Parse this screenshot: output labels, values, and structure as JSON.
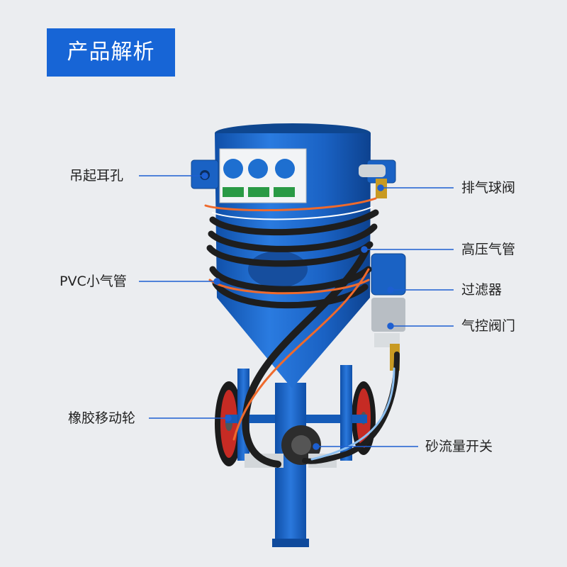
{
  "title": "产品解析",
  "colors": {
    "background": "#ebedf0",
    "title_bg": "#1765d6",
    "title_text": "#ffffff",
    "leader_line": "#1d5fd1",
    "machine_blue": "#1a62c4",
    "hose": "#1e1e1e",
    "orange_tube": "#ef6a2c"
  },
  "callouts": [
    {
      "id": "lifting-ear-hole",
      "text": "吊起耳孔"
    },
    {
      "id": "pvc-air-tube",
      "text": "PVC小气管"
    },
    {
      "id": "rubber-wheel",
      "text": "橡胶移动轮"
    },
    {
      "id": "exhaust-ball-valve",
      "text": "排气球阀"
    },
    {
      "id": "high-pressure-hose",
      "text": "高压气管"
    },
    {
      "id": "filter",
      "text": "过滤器"
    },
    {
      "id": "pneumatic-valve",
      "text": "气控阀门"
    },
    {
      "id": "sand-flow-switch",
      "text": "砂流量开关"
    }
  ]
}
